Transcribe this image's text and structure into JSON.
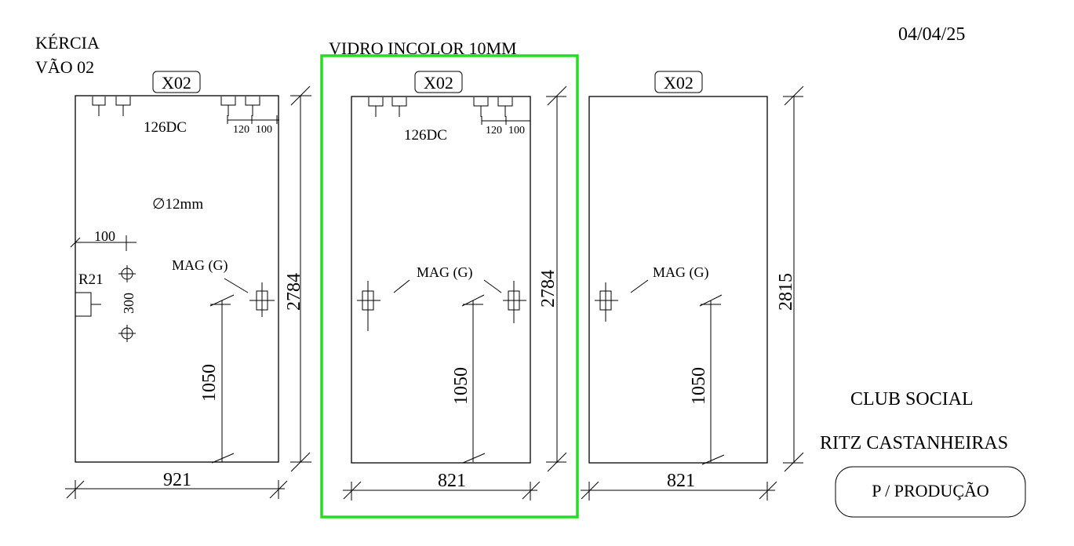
{
  "header": {
    "client": "KÉRCIA",
    "opening": "VÃO 02",
    "glass_spec": "VIDRO INCOLOR 10MM",
    "date": "04/04/25"
  },
  "project": {
    "line1": "CLUB SOCIAL",
    "line2": "RITZ CASTANHEIRAS",
    "status_button": "P / PRODUÇÃO"
  },
  "panels": [
    {
      "tag": "X02",
      "hardware_code": "126DC",
      "hole_dims": [
        "120",
        "100"
      ],
      "hole_diameter": "∅12mm",
      "edge_offset": "100",
      "radius_label": "R21",
      "hole_spacing": "300",
      "magnet_label": "MAG (G)",
      "magnet_height": "1050",
      "height": "2784",
      "width": "921"
    },
    {
      "tag": "X02",
      "hardware_code": "126DC",
      "hole_dims": [
        "120",
        "100"
      ],
      "magnet_label": "MAG (G)",
      "magnet_height": "1050",
      "height": "2784",
      "width": "821",
      "highlight_color": "#22dd22"
    },
    {
      "tag": "X02",
      "magnet_label": "MAG (G)",
      "magnet_height": "1050",
      "height": "2815",
      "width": "821"
    }
  ]
}
